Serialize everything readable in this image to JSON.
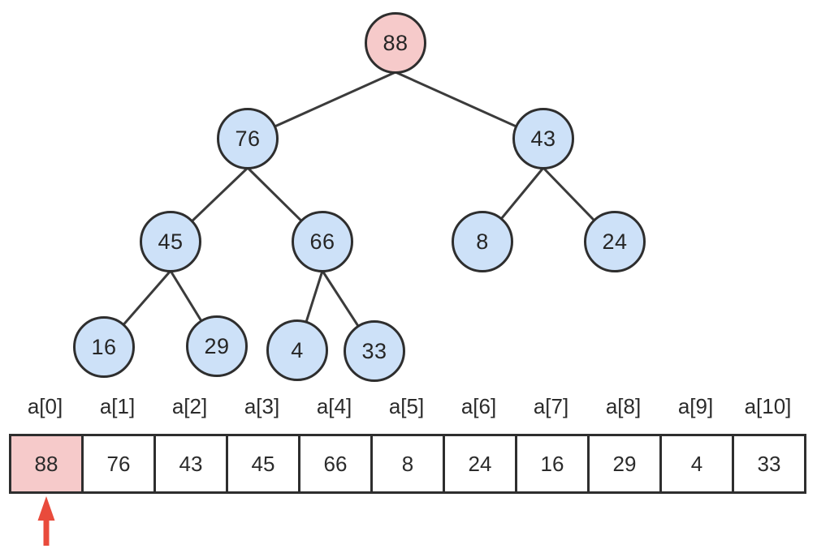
{
  "diagram": {
    "kind": "binary-heap-with-array-representation",
    "colors": {
      "node_fill": "#cde1f8",
      "highlight_fill": "#f6caca",
      "node_border": "#2e2e2e",
      "edge_line": "#3b3b3b",
      "arrow_red": "#e94b3c",
      "text": "#262626",
      "background": "#ffffff"
    },
    "tree": {
      "nodes": [
        {
          "value": "88",
          "highlighted": true
        },
        {
          "value": "76",
          "highlighted": false
        },
        {
          "value": "43",
          "highlighted": false
        },
        {
          "value": "45",
          "highlighted": false
        },
        {
          "value": "66",
          "highlighted": false
        },
        {
          "value": "8",
          "highlighted": false
        },
        {
          "value": "24",
          "highlighted": false
        },
        {
          "value": "16",
          "highlighted": false
        },
        {
          "value": "29",
          "highlighted": false
        },
        {
          "value": "4",
          "highlighted": false
        },
        {
          "value": "33",
          "highlighted": false
        }
      ],
      "edges": [
        [
          "88",
          "76"
        ],
        [
          "88",
          "43"
        ],
        [
          "76",
          "45"
        ],
        [
          "76",
          "66"
        ],
        [
          "43",
          "8"
        ],
        [
          "43",
          "24"
        ],
        [
          "45",
          "16"
        ],
        [
          "45",
          "29"
        ],
        [
          "66",
          "4"
        ],
        [
          "66",
          "33"
        ]
      ]
    },
    "array": {
      "labels": [
        "a[0]",
        "a[1]",
        "a[2]",
        "a[3]",
        "a[4]",
        "a[5]",
        "a[6]",
        "a[7]",
        "a[8]",
        "a[9]",
        "a[10]"
      ],
      "values": [
        "88",
        "76",
        "43",
        "45",
        "66",
        "8",
        "24",
        "16",
        "29",
        "4",
        "33"
      ],
      "highlighted_index": 0,
      "pointer": {
        "symbol": "up-arrow",
        "points_to": "a[0]"
      }
    }
  }
}
